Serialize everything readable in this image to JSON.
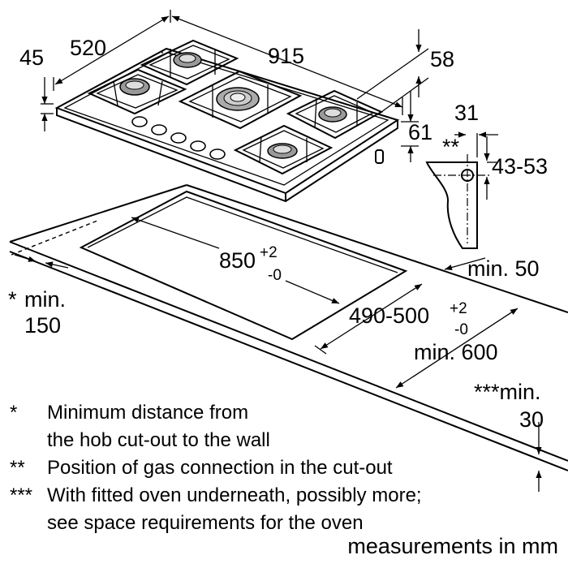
{
  "dimensions": {
    "hob_height_45": "45",
    "hob_depth_520": "520",
    "hob_width_915": "915",
    "rear_58": "58",
    "profile_31": "31",
    "profile_stars": "**",
    "profile_43_53": "43-53",
    "side_61": "61",
    "cutout_width": "850",
    "cutout_width_tol_plus": "+2",
    "cutout_width_tol_minus": "-0",
    "cutout_depth": "490-500",
    "cutout_depth_tol_plus": "+2",
    "cutout_depth_tol_minus": "-0",
    "min_50": "min. 50",
    "min_600": "min. 600",
    "wall_min_mark": "*",
    "wall_min_label": "min.",
    "wall_min_value": "150",
    "oven_min_label": "***min.",
    "oven_min_value": "30"
  },
  "notes": [
    {
      "marker": "*",
      "lines": [
        "Minimum distance from",
        "the hob cut-out to the wall"
      ]
    },
    {
      "marker": "**",
      "lines": [
        "Position of gas connection in the cut-out"
      ]
    },
    {
      "marker": "***",
      "lines": [
        "With fitted oven underneath, possibly more;",
        "see space requirements for the oven"
      ]
    }
  ],
  "footer": "measurements in mm"
}
